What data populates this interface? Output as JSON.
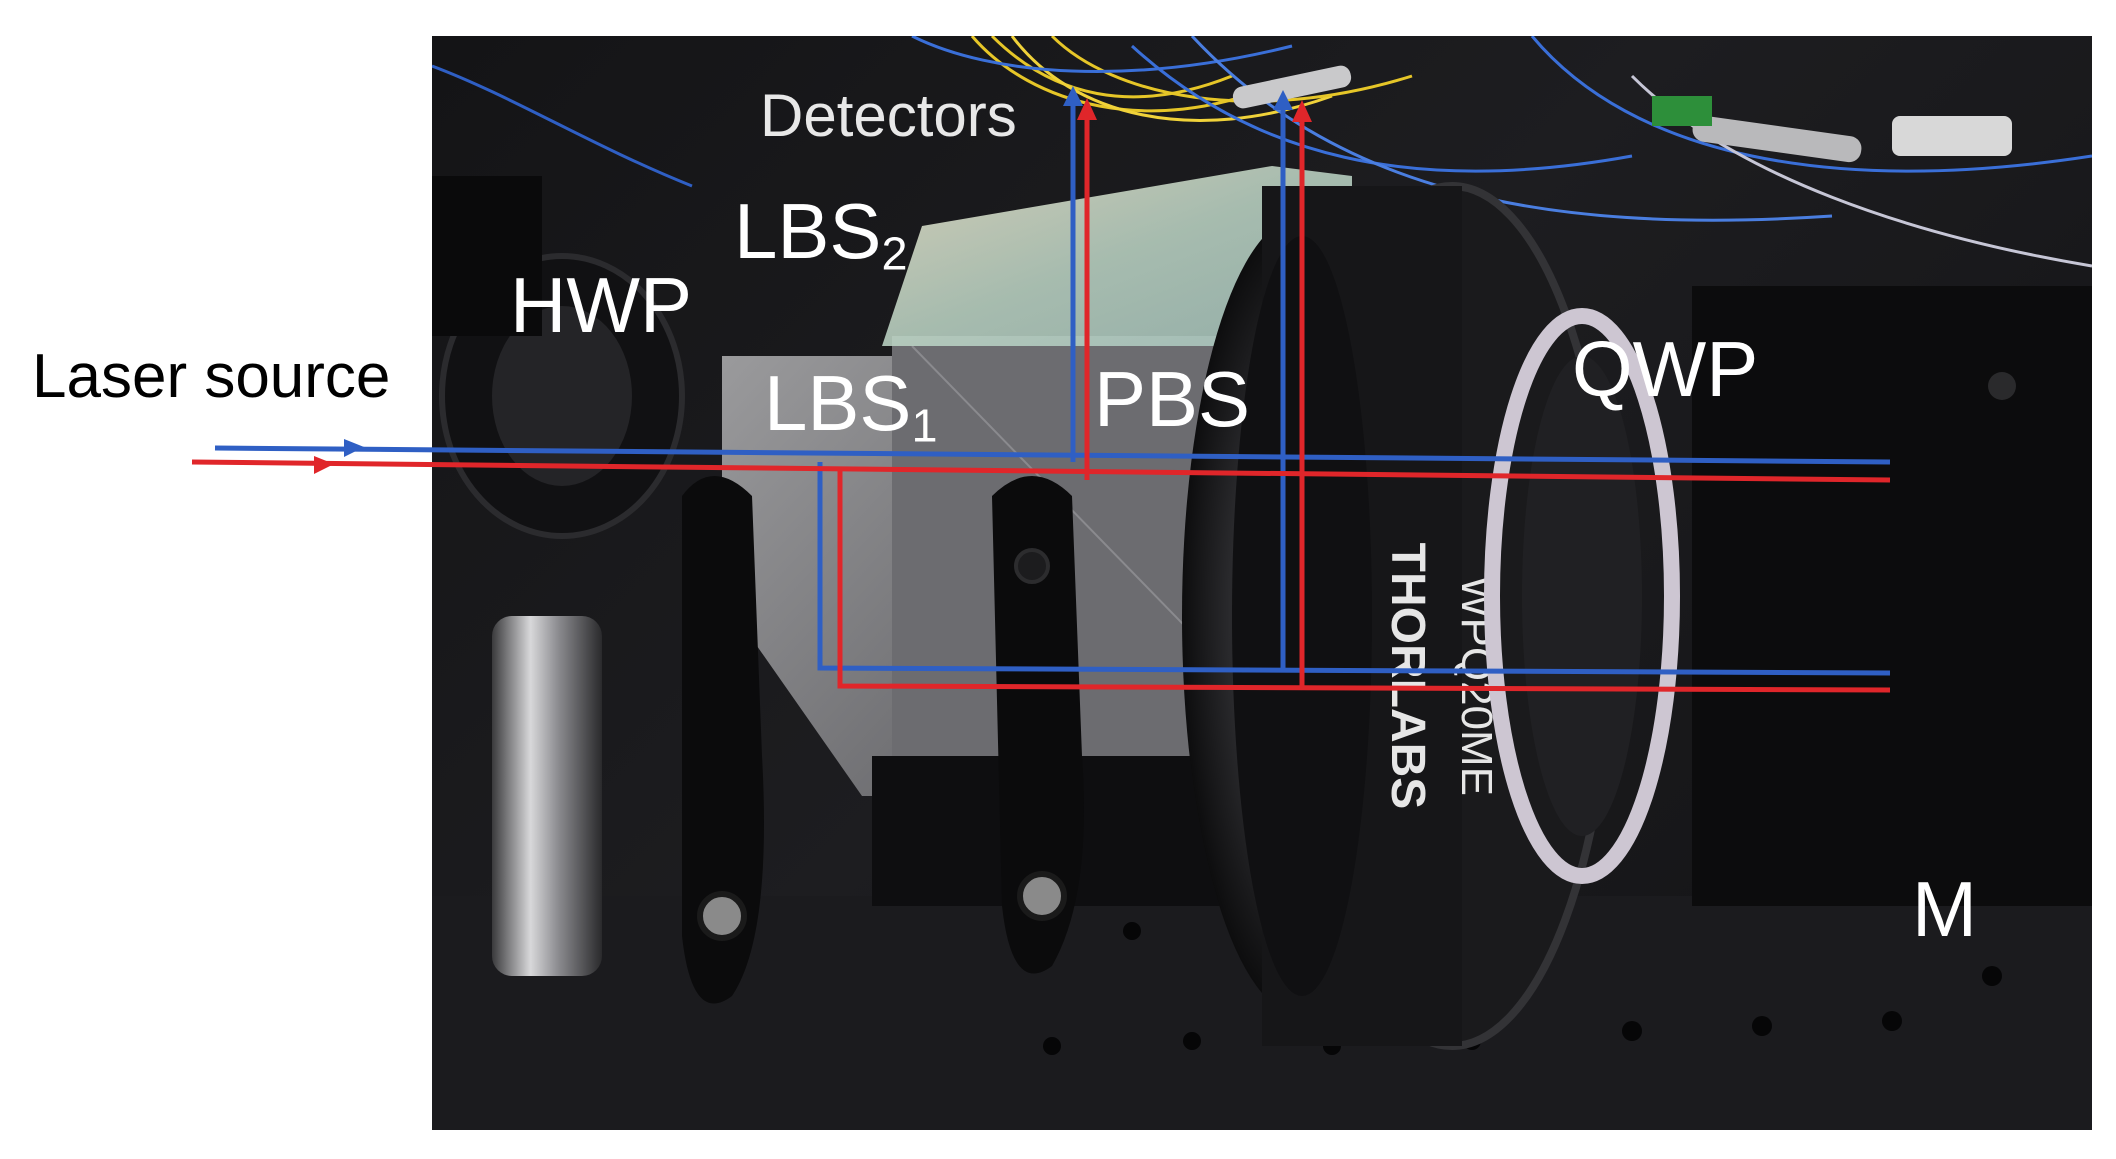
{
  "figure": {
    "labels": {
      "laser_source": "Laser source",
      "hwp": "HWP",
      "lbs2_main": "LBS",
      "lbs2_sub": "2",
      "detectors": "Detectors",
      "lbs1_main": "LBS",
      "lbs1_sub": "1",
      "pbs": "PBS",
      "qwp": "QWP",
      "mirror": "M"
    },
    "engraved_text": {
      "brand": "THORLABS",
      "part_number": "WPQ20ME"
    },
    "beam_colors": {
      "blue": "#2f5fc4",
      "red": "#e0262a"
    }
  }
}
